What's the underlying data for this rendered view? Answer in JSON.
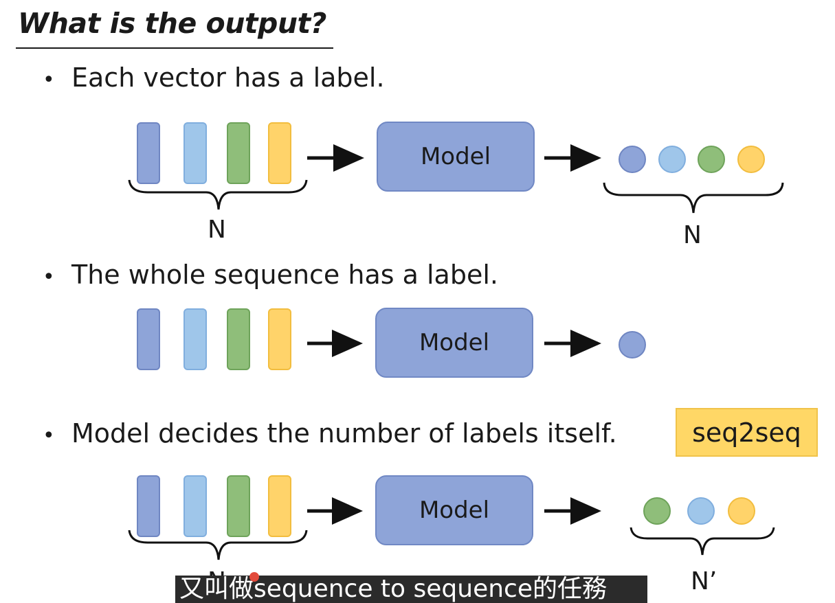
{
  "slide": {
    "title": "What is the output?",
    "bullets": [
      "Each vector has a label.",
      "The whole sequence has a label.",
      "Model decides the number of labels itself."
    ],
    "tag": "seq2seq",
    "model_label": "Model",
    "brace_labels": {
      "row1_input": "N",
      "row1_output": "N",
      "row3_input": "N",
      "row3_output": "N’"
    }
  },
  "subtitle": "又叫做sequence to sequence的任務",
  "colors": {
    "blue": "#8ea4d8",
    "light_blue": "#9fc6ea",
    "green": "#8fbe7a",
    "yellow": "#ffd36a",
    "tag": "#ffd766"
  }
}
